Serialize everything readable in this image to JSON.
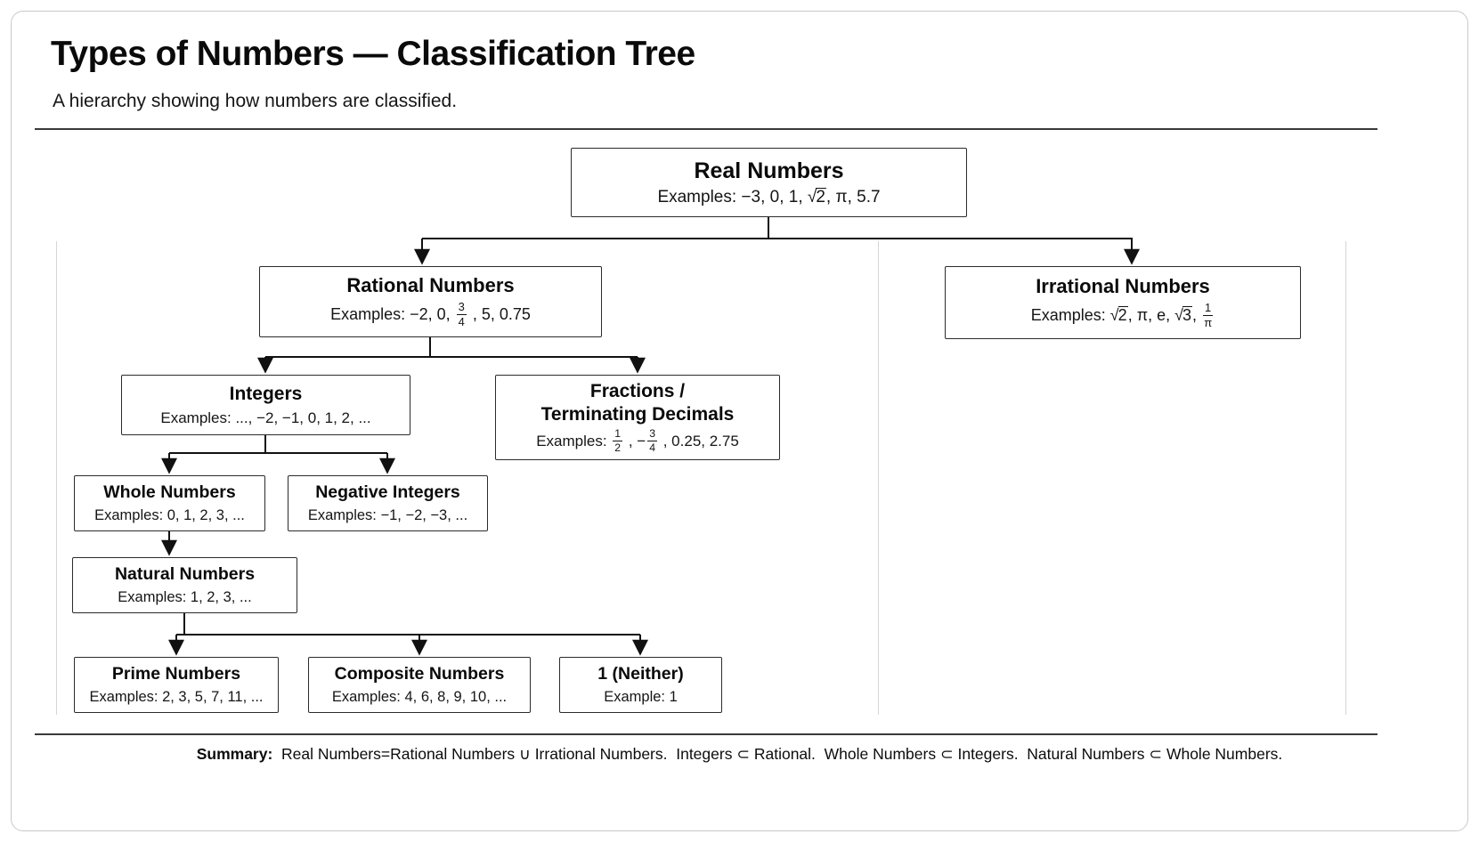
{
  "page": {
    "title": "Types of Numbers — Classification Tree",
    "subtitle": "A hierarchy showing how numbers are classified."
  },
  "nodes": {
    "real": {
      "title": "Real Numbers",
      "examples": "Examples: −3, 0, 1, [[sqrt|2]], π, 5.7"
    },
    "rational": {
      "title": "Rational Numbers",
      "examples": "Examples: −2, 0, [[frac|3|4]] , 5, 0.75"
    },
    "irrational": {
      "title": "Irrational Numbers",
      "examples": "Examples: [[sqrt|2]], π, e, [[sqrt|3]],  [[frac|1|π]]"
    },
    "integers": {
      "title": "Integers",
      "examples": "Examples: ..., −2, −1, 0, 1, 2, ..."
    },
    "fractions": {
      "title": "Fractions /\nTerminating Decimals",
      "examples": "Examples: [[frac|1|2]] , −[[frac|3|4]] , 0.25, 2.75"
    },
    "whole": {
      "title": "Whole Numbers",
      "examples": "Examples: 0, 1, 2, 3, ..."
    },
    "negative": {
      "title": "Negative Integers",
      "examples": "Examples: −1, −2, −3, ..."
    },
    "natural": {
      "title": "Natural Numbers",
      "examples": "Examples: 1, 2, 3, ..."
    },
    "prime": {
      "title": "Prime Numbers",
      "examples": "Examples: 2, 3, 5, 7, 11, ..."
    },
    "composite": {
      "title": "Composite Numbers",
      "examples": "Examples: 4, 6, 8, 9, 10, ..."
    },
    "neither": {
      "title": "1 (Neither)",
      "examples": "Example: 1"
    }
  },
  "summary": {
    "label": "Summary:",
    "text": "  Real Numbers=Rational Numbers ∪ Irrational Numbers.  Integers ⊂ Rational.  Whole Numbers ⊂ Integers.  Natural Numbers ⊂ Whole Numbers."
  },
  "colors": {
    "node_border": "#2b2b2b",
    "connector": "#111111",
    "divider": "#3a3a3a",
    "separator": "#d6d6d6",
    "background": "#ffffff"
  }
}
